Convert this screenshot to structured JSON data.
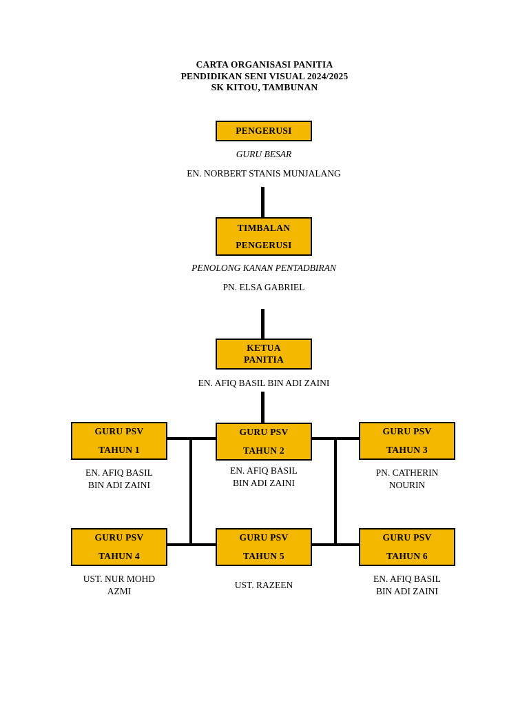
{
  "document": {
    "title_lines": [
      "CARTA ORGANISASI PANITIA",
      "PENDIDIKAN SENI VISUAL 2024/2025",
      "SK KITOU, TAMBUNAN"
    ]
  },
  "theme": {
    "box_fill": "#F5B800",
    "box_border": "#000000",
    "text_color": "#000000",
    "page_background": "#FFFFFF"
  },
  "chart_data": {
    "type": "diagram",
    "diagram_kind": "organizational-chart",
    "title": "CARTA ORGANISASI PANITIA PENDIDIKAN SENI VISUAL 2024/2025 SK KITOU, TAMBUNAN",
    "nodes": [
      {
        "id": "pengerusi",
        "box_lines": [
          "PENGERUSI"
        ],
        "role_title": "GURU BESAR",
        "person": "EN. NORBERT STANIS MUNJALANG",
        "level": 1
      },
      {
        "id": "timbalan-pengerusi",
        "box_lines": [
          "TIMBALAN",
          "PENGERUSI"
        ],
        "role_title": "PENOLONG KANAN PENTADBIRAN",
        "person": "PN. ELSA GABRIEL",
        "level": 2
      },
      {
        "id": "ketua-panitia",
        "box_lines": [
          "KETUA",
          "PANITIA"
        ],
        "role_title": "",
        "person": "EN. AFIQ BASIL BIN ADI ZAINI",
        "level": 3
      },
      {
        "id": "guru-psv-tahun-1",
        "box_lines": [
          "GURU PSV",
          "TAHUN 1"
        ],
        "role_title": "",
        "person_lines": [
          "EN. AFIQ BASIL",
          "BIN ADI ZAINI"
        ],
        "level": 4
      },
      {
        "id": "guru-psv-tahun-2",
        "box_lines": [
          "GURU PSV",
          "TAHUN 2"
        ],
        "role_title": "",
        "person_lines": [
          "EN. AFIQ BASIL",
          "BIN ADI ZAINI"
        ],
        "level": 4
      },
      {
        "id": "guru-psv-tahun-3",
        "box_lines": [
          "GURU PSV",
          "TAHUN 3"
        ],
        "role_title": "",
        "person_lines": [
          "PN. CATHERIN",
          "NOURIN"
        ],
        "level": 4
      },
      {
        "id": "guru-psv-tahun-4",
        "box_lines": [
          "GURU PSV",
          "TAHUN 4"
        ],
        "role_title": "",
        "person_lines": [
          "UST. NUR MOHD",
          "AZMI"
        ],
        "level": 5
      },
      {
        "id": "guru-psv-tahun-5",
        "box_lines": [
          "GURU PSV",
          "TAHUN 5"
        ],
        "role_title": "",
        "person_lines": [
          "UST. RAZEEN"
        ],
        "level": 5
      },
      {
        "id": "guru-psv-tahun-6",
        "box_lines": [
          "GURU PSV",
          "TAHUN 6"
        ],
        "role_title": "",
        "person_lines": [
          "EN. AFIQ BASIL",
          "BIN ADI ZAINI"
        ],
        "level": 5
      }
    ],
    "edges": [
      {
        "from": "pengerusi",
        "to": "timbalan-pengerusi"
      },
      {
        "from": "timbalan-pengerusi",
        "to": "ketua-panitia"
      },
      {
        "from": "ketua-panitia",
        "to": "guru-psv-tahun-2"
      },
      {
        "from": "guru-psv-tahun-2",
        "to": "guru-psv-tahun-1"
      },
      {
        "from": "guru-psv-tahun-2",
        "to": "guru-psv-tahun-3"
      },
      {
        "from": "guru-psv-tahun-1",
        "to": "guru-psv-tahun-4"
      },
      {
        "from": "guru-psv-tahun-2",
        "to": "guru-psv-tahun-5"
      },
      {
        "from": "guru-psv-tahun-3",
        "to": "guru-psv-tahun-6"
      }
    ]
  }
}
